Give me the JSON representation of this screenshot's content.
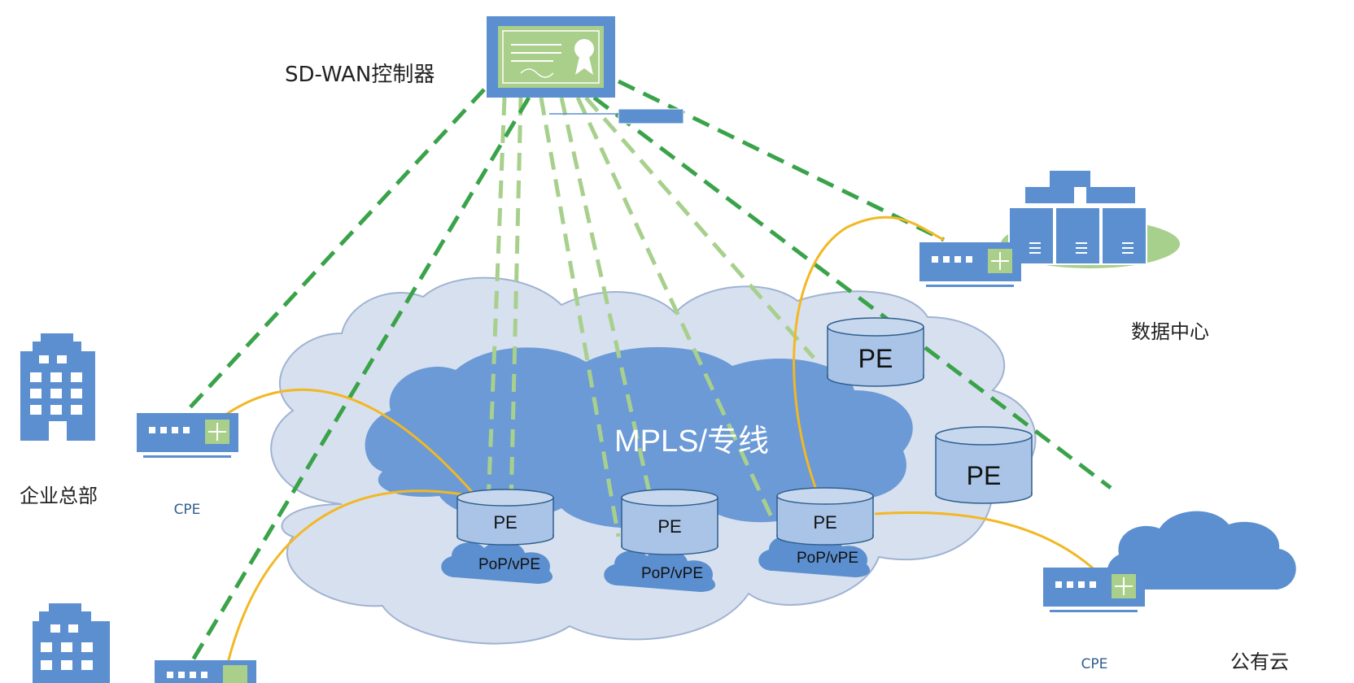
{
  "controller": {
    "label": "SD-WAN控制器"
  },
  "network": {
    "label": "MPLS/专线"
  },
  "pe_nodes": [
    {
      "label": "PE"
    },
    {
      "label": "PE"
    },
    {
      "label": "PE"
    },
    {
      "label": "PE"
    },
    {
      "label": "PE"
    }
  ],
  "pop_nodes": [
    {
      "label": "PoP/vPE"
    },
    {
      "label": "PoP/vPE"
    },
    {
      "label": "PoP/vPE"
    }
  ],
  "sites": {
    "hq": "企业总部",
    "datacenter": "数据中心",
    "public_cloud": "公有云"
  },
  "cpe_labels": {
    "hq": "CPE",
    "cloud": "CPE"
  },
  "colors": {
    "node_blue": "#5b8fcf",
    "cloud_outer": "#d7e0ef",
    "cloud_inner": "#6b9ad6",
    "pe_fill": "#a9c4e6",
    "control_dashed": "#3aa34a",
    "light_dashed": "#a8d08d",
    "link_yellow": "#f2b824",
    "cert_green": "#a9cf8a"
  }
}
